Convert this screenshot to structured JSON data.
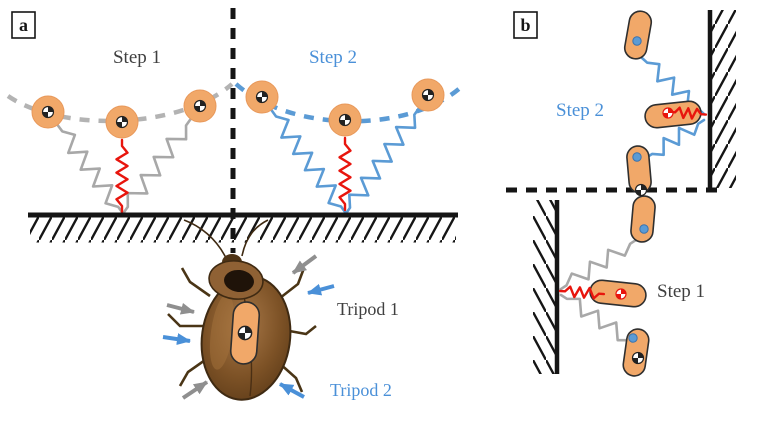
{
  "figure": {
    "panel_a": {
      "label": "a",
      "step1_label": "Step 1",
      "step2_label": "Step 2",
      "tripod1_label": "Tripod 1",
      "tripod2_label": "Tripod 2"
    },
    "panel_b": {
      "label": "b",
      "step1_label": "Step 1",
      "step2_label": "Step 2"
    }
  },
  "colors": {
    "orange": "#f1a869",
    "blue_text": "#4a90d8",
    "blue_spring": "#5b9bd5",
    "red": "#e8150d",
    "gray_spring": "#a8a8a8",
    "gray_arrow": "#8f8f8f",
    "dark_text": "#3f3f3f",
    "black": "#151515"
  },
  "icons": {
    "com_symbol": "center-of-mass-icon",
    "arrow": "arrow-icon"
  }
}
